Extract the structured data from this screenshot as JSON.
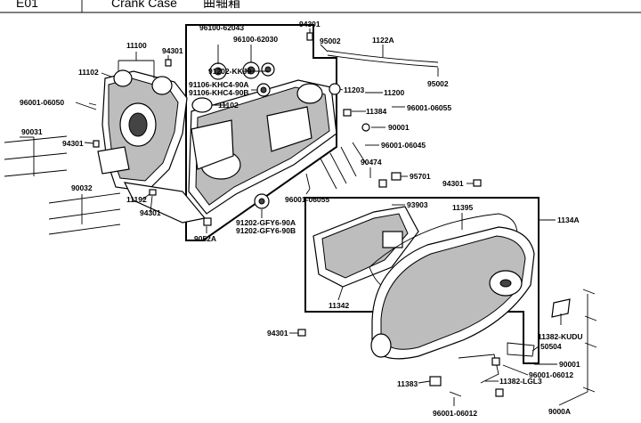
{
  "header": {
    "code": "E01",
    "title": "Crank Case",
    "title_cn": "曲轴箱"
  },
  "part_labels": {
    "p11100": "11100",
    "p11102a": "11102",
    "p11102b": "11102",
    "p94301a": "94301",
    "p94301b": "94301",
    "p94301c": "94301",
    "p94301d": "94301",
    "p94301e": "94301",
    "p96001_06050": "96001-06050",
    "p90031": "90031",
    "p90032": "90032",
    "p11192": "11192",
    "p9052A": "9052A",
    "p96100_62043": "96100-62043",
    "p96100_62030": "96100-62030",
    "p91202_KKJ9": "91202-KKJ9",
    "p91106_90A": "91106-KHC4-90A",
    "p91106_90B": "91106-KHC4-90B",
    "p95002a": "95002",
    "p95002b": "95002",
    "p1122A": "1122A",
    "p11203": "11203",
    "p11200": "11200",
    "p11384": "11384",
    "p96001_06055a": "96001-06055",
    "p96001_06055b": "96001-06055",
    "p90001a": "90001",
    "p90001b": "90001",
    "p96001_06045": "96001-06045",
    "p90474": "90474",
    "p95701": "95701",
    "p91202_GFY6_90A": "91202-GFY6-90A",
    "p91202_GFY6_90B": "91202-GFY6-90B",
    "p93903": "93903",
    "p11395": "11395",
    "p1134A": "1134A",
    "p11342": "11342",
    "p11382_KUDU": "11382-KUDU",
    "p50504": "50504",
    "p96001_06012a": "96001-06012",
    "p96001_06012b": "96001-06012",
    "p11382_LGL3": "11382-LGL3",
    "p11383": "11383",
    "p9000A": "9000A"
  }
}
